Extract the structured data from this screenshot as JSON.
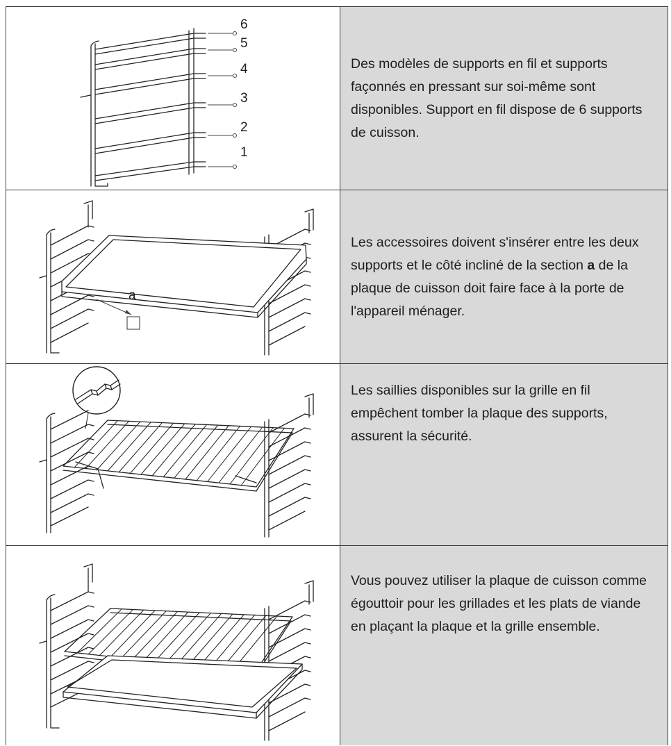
{
  "rows": [
    {
      "figure": "wire-rack-side-support",
      "text": "Des modèles de supports en fil et supports façonnés en pressant sur soi-même sont disponibles. Support en fil dispose de 6 supports de cuisson.",
      "labels": [
        "6",
        "5",
        "4",
        "3",
        "2",
        "1"
      ]
    },
    {
      "figure": "baking-tray-on-supports",
      "text_before": "Les accessoires doivent s'insérer entre les deux supports et le côté incliné de la section ",
      "text_bold": "a",
      "text_after": " de la plaque de cuisson doit faire face à la porte de l'appareil ménager.",
      "label_a": "a"
    },
    {
      "figure": "wire-grill-with-detail-zoom",
      "text": "Les saillies disponibles sur la grille en fil empêchent tomber la plaque des supports, assurent la sécurité."
    },
    {
      "figure": "tray-and-grill-combined",
      "text": "Vous pouvez utiliser la plaque de cuisson comme égouttoir pour les grillades et les plats de viande en plaçant la plaque et la grille ensemble."
    }
  ]
}
